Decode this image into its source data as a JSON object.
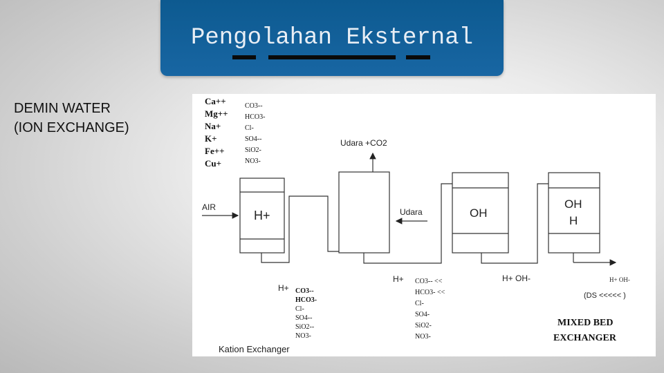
{
  "header": {
    "title": "Pengolahan Eksternal"
  },
  "side_label": {
    "line1": "DEMIN WATER",
    "line2": "(ION EXCHANGE)"
  },
  "diagram": {
    "cations": [
      "Ca++",
      "Mg++",
      "Na+",
      "K+",
      "Fe++",
      "Cu+"
    ],
    "anions": [
      "CO3--",
      "HCO3-",
      "Cl-",
      "SO4--",
      "SiO2-",
      "NO3-"
    ],
    "air_label": "AIR",
    "cation_resin": "H+",
    "degasser_out": "Udara +CO2",
    "degasser_in": "Udara",
    "anion_resin": "OH",
    "mixed_resin_1": "OH",
    "mixed_resin_2": "H",
    "stream1_cation": "H+",
    "stream1_anions": [
      "CO3--",
      "HCO3-",
      "Cl-",
      "SO4--",
      "SiO2--",
      "NO3-"
    ],
    "stream2_cation": "H+",
    "stream2_anions": [
      "CO3-- <<",
      "HCO3- <<",
      "Cl-",
      "SO4-",
      "SiO2-",
      "NO3-"
    ],
    "stream3": "H+ OH-",
    "stream4": "H+ OH-",
    "ds_note": "(DS <<<<< )",
    "kation_label": "Kation Exchanger",
    "mixed_label_1": "MIXED BED",
    "mixed_label_2": "EXCHANGER"
  }
}
